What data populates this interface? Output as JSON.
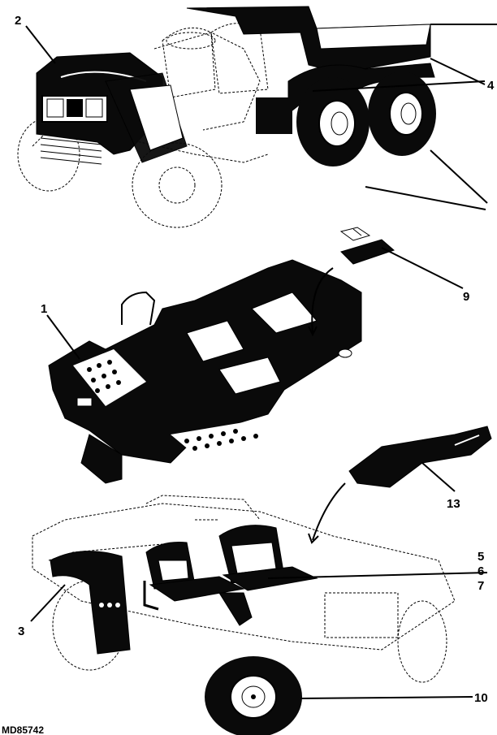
{
  "callouts": {
    "c1": "1",
    "c2": "2",
    "c3": "3",
    "c4": "4",
    "c5": "5",
    "c6": "6",
    "c7": "7",
    "c9": "9",
    "c10": "10",
    "c13": "13"
  },
  "figure_id": "MD85742",
  "colors": {
    "ink": "#000000",
    "background": "#ffffff"
  }
}
